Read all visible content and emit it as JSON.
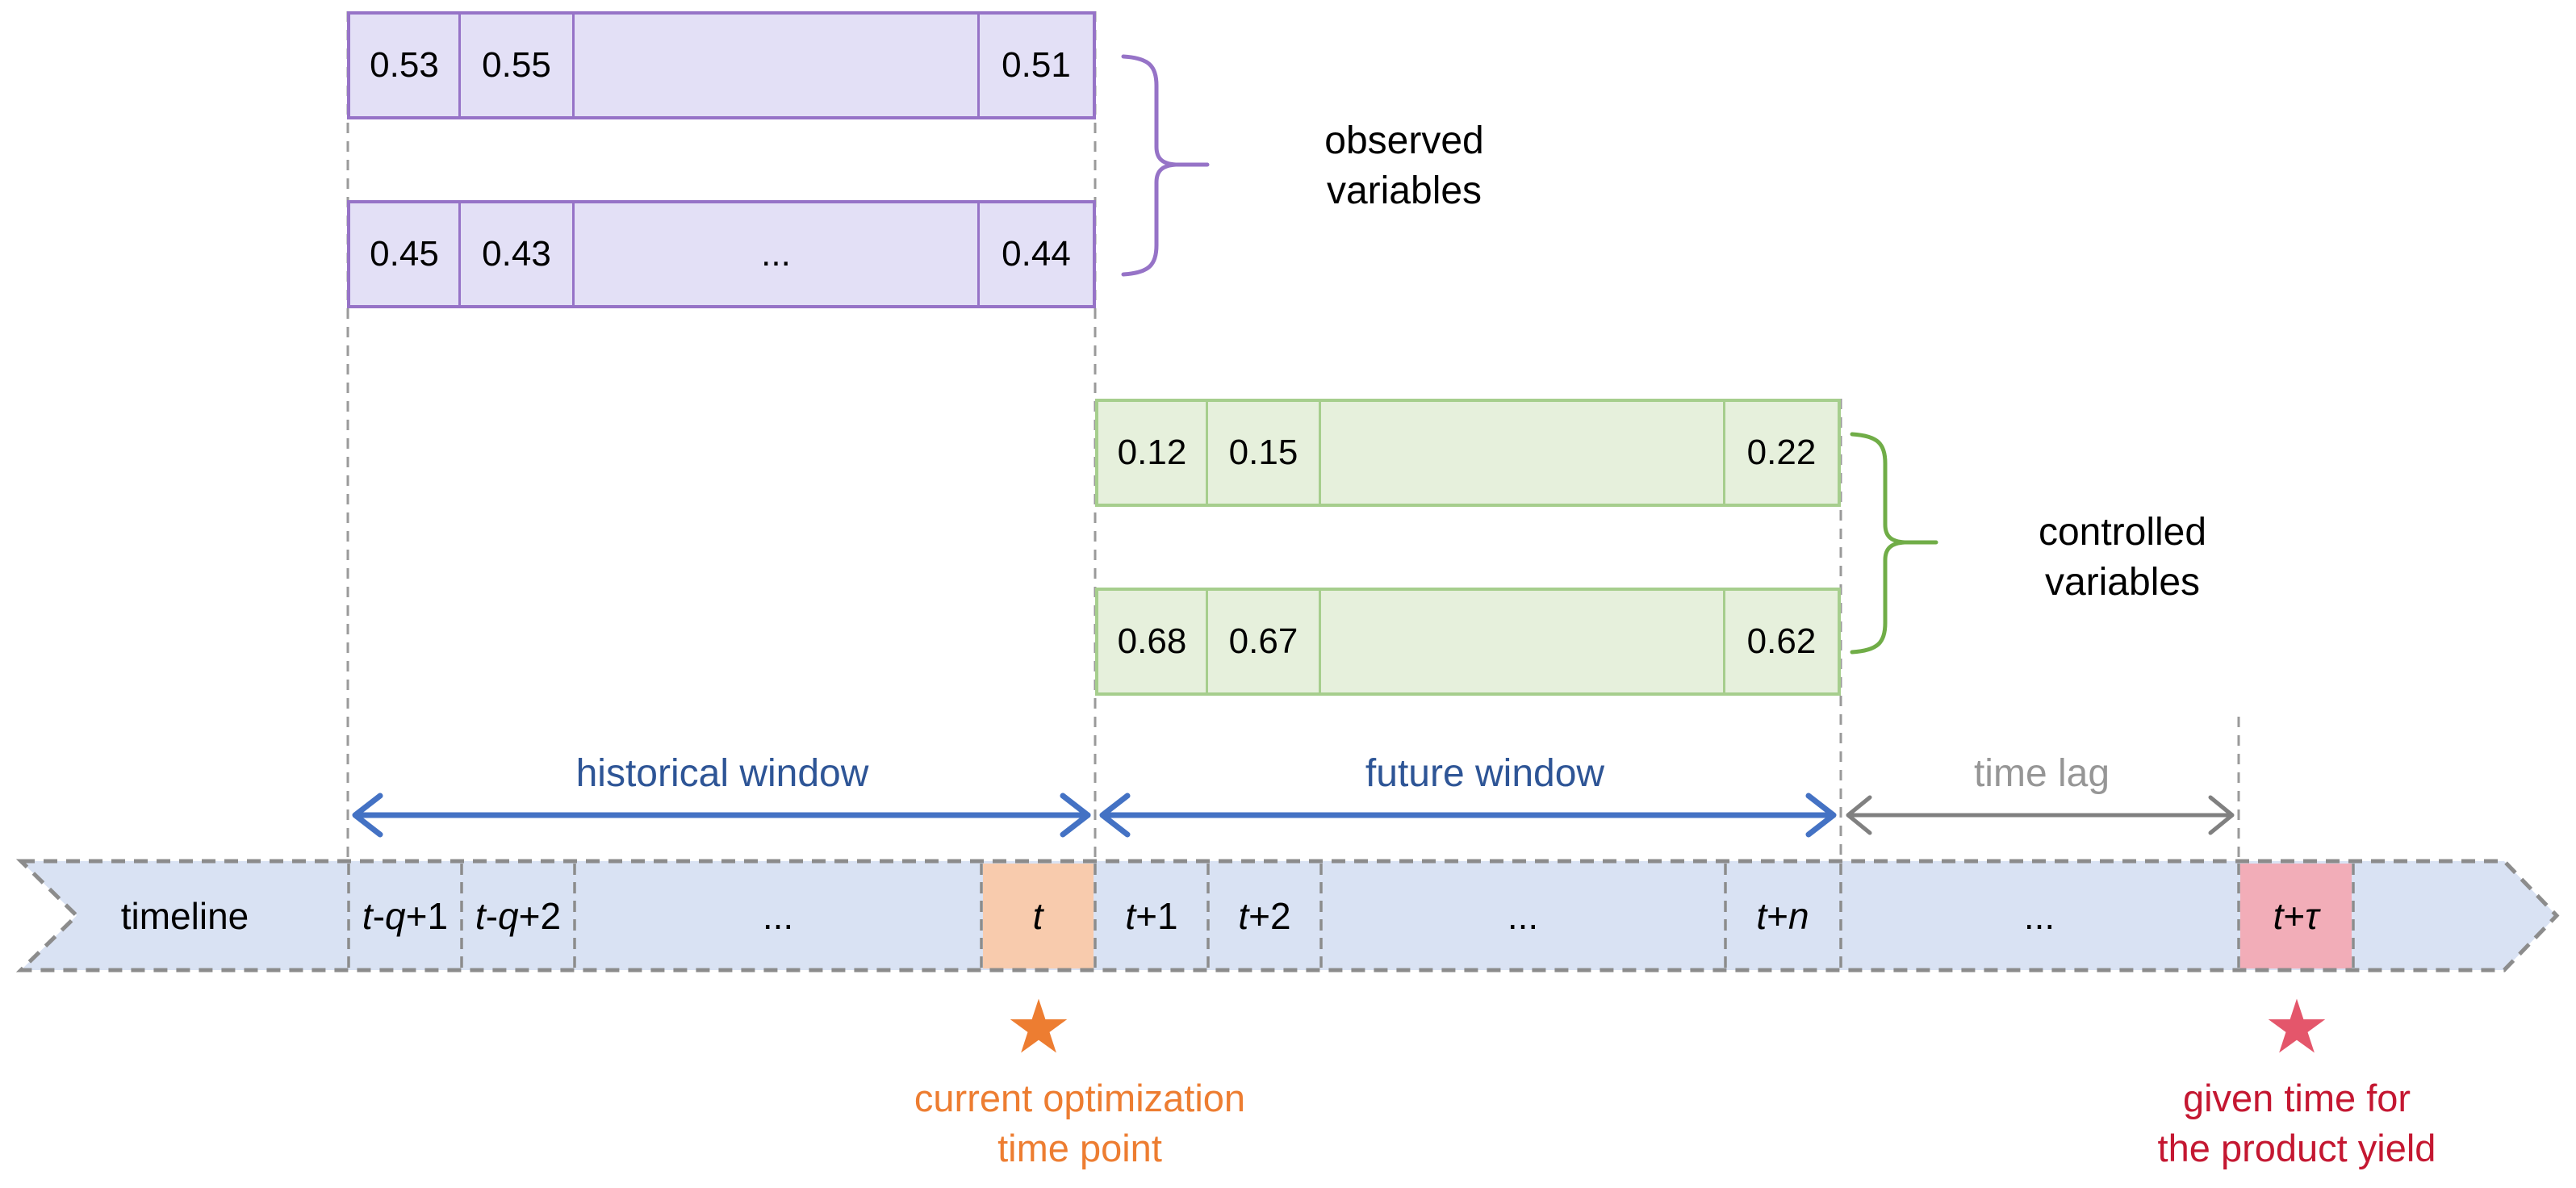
{
  "observed": {
    "label": [
      "observed",
      "variables"
    ],
    "rows": [
      [
        "0.53",
        "0.55",
        "",
        "0.51"
      ],
      [
        "0.45",
        "0.43",
        "...",
        "0.44"
      ]
    ]
  },
  "controlled": {
    "label": [
      "controlled",
      "variables"
    ],
    "rows": [
      [
        "0.12",
        "0.15",
        "",
        "0.22"
      ],
      [
        "0.68",
        "0.67",
        "",
        "0.62"
      ]
    ]
  },
  "windows": {
    "historical": "historical window",
    "future": "future window",
    "time_lag": "time lag"
  },
  "timeline": {
    "cells": [
      {
        "name": "timeline",
        "segments": [
          {
            "t": "timeline"
          }
        ]
      },
      {
        "name": "t-q+1",
        "segments": [
          {
            "t": "t",
            "i": true
          },
          {
            "t": "-"
          },
          {
            "t": "q",
            "i": true
          },
          {
            "t": "+1"
          }
        ]
      },
      {
        "name": "t-q+2",
        "segments": [
          {
            "t": "t",
            "i": true
          },
          {
            "t": "-"
          },
          {
            "t": "q",
            "i": true
          },
          {
            "t": "+2"
          }
        ]
      },
      {
        "name": "ellipsis-1",
        "segments": [
          {
            "t": "..."
          }
        ]
      },
      {
        "name": "t",
        "segments": [
          {
            "t": "t",
            "i": true
          }
        ]
      },
      {
        "name": "t+1",
        "segments": [
          {
            "t": "t",
            "i": true
          },
          {
            "t": "+1"
          }
        ]
      },
      {
        "name": "t+2",
        "segments": [
          {
            "t": "t",
            "i": true
          },
          {
            "t": "+2"
          }
        ]
      },
      {
        "name": "ellipsis-2",
        "segments": [
          {
            "t": "..."
          }
        ]
      },
      {
        "name": "t+n",
        "segments": [
          {
            "t": "t",
            "i": true
          },
          {
            "t": "+"
          },
          {
            "t": "n",
            "i": true
          }
        ]
      },
      {
        "name": "ellipsis-3",
        "segments": [
          {
            "t": "..."
          }
        ]
      },
      {
        "name": "t+tau",
        "segments": [
          {
            "t": "t",
            "i": true
          },
          {
            "t": "+"
          },
          {
            "t": "τ",
            "i": true
          }
        ]
      }
    ]
  },
  "annotations": {
    "current": {
      "star": "★",
      "lines": [
        "current optimization",
        "time point"
      ]
    },
    "given": {
      "star": "★",
      "lines": [
        "given time for",
        "the product yield"
      ]
    }
  },
  "colors": {
    "purple_border": "#9673C7",
    "purple_fill": "#E3E0F6",
    "green_border": "#A6CE8D",
    "green_fill": "#E6F0DC",
    "green_brace": "#70AD47",
    "banner_fill": "#D9E2F3",
    "banner_border": "#8C8C8C",
    "current_cell": "#F8CBAD",
    "yield_cell": "#F2ADB8",
    "window_arrow": "#4472C4",
    "window_label": "#2E5596",
    "lag_gray": "#808080",
    "current_accent": "#ED7D31",
    "yield_text": "#C41731",
    "yield_star": "#E4566B"
  }
}
